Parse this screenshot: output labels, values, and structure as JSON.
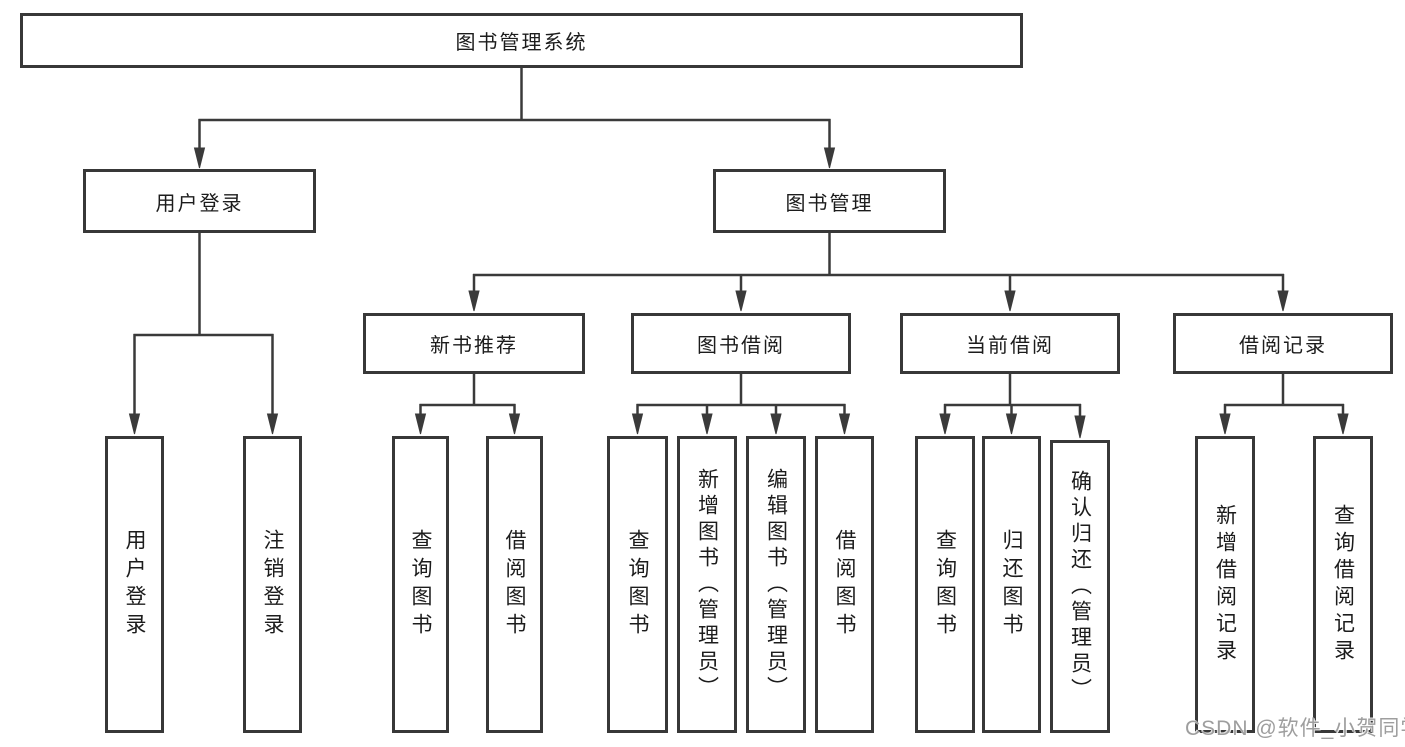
{
  "diagram": {
    "root": {
      "label": "图书管理系统"
    },
    "level2": [
      {
        "label": "用户登录"
      },
      {
        "label": "图书管理"
      }
    ],
    "level3": [
      {
        "label": "新书推荐"
      },
      {
        "label": "图书借阅"
      },
      {
        "label": "当前借阅"
      },
      {
        "label": "借阅记录"
      }
    ],
    "leaves": {
      "user": [
        "用户登录",
        "注销登录"
      ],
      "recommend": [
        "查询图书",
        "借阅图书"
      ],
      "borrow": [
        "查询图书",
        "新增图书（管理员）",
        "编辑图书（管理员）",
        "借阅图书"
      ],
      "current": [
        "查询图书",
        "归还图书",
        "确认归还（管理员）"
      ],
      "records": [
        "新增借阅记录",
        "查询借阅记录"
      ]
    },
    "colors": {
      "line": "#3a3a3a",
      "text": "#1c1c1c",
      "background": "#ffffff"
    }
  },
  "watermark": {
    "text": "CSDN @软件_小贺同学"
  }
}
